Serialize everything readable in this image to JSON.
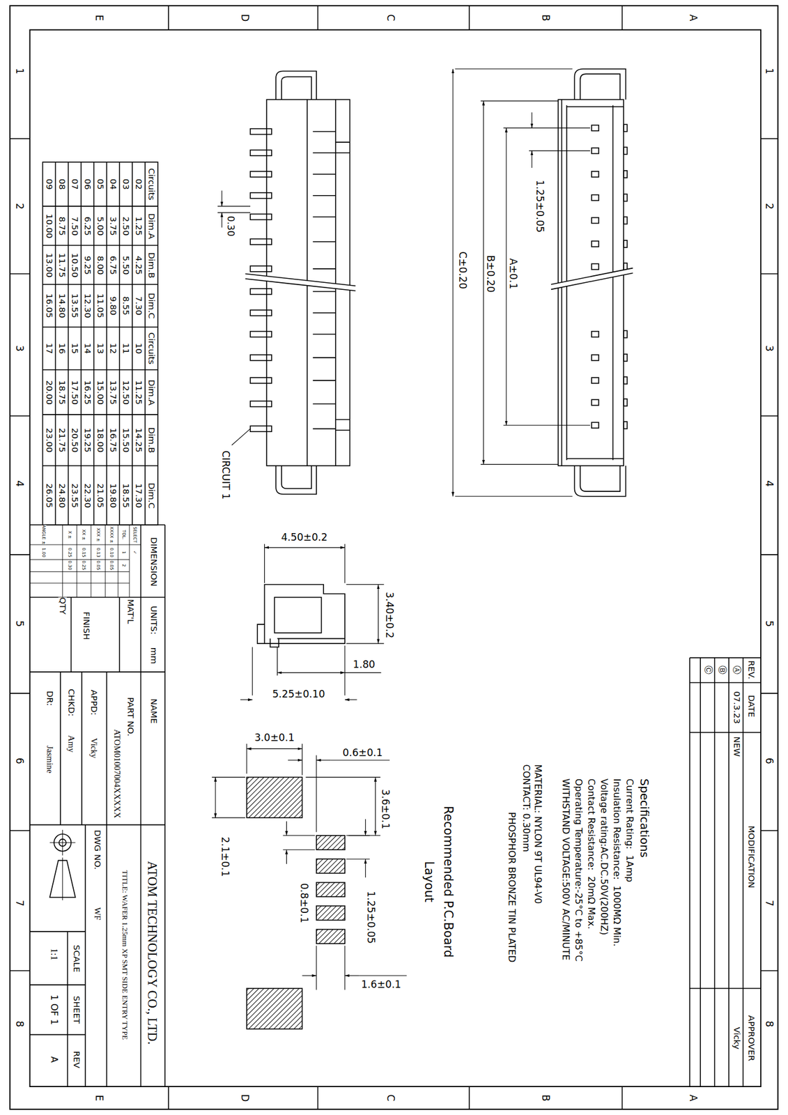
{
  "diagram": {
    "labels": [
      "E",
      "D",
      "C",
      "B",
      "A",
      "E",
      "D",
      "C",
      "B",
      "A",
      "1",
      "2",
      "3",
      "4",
      "5",
      "6",
      "7",
      "8",
      "1",
      "2",
      "3",
      "4",
      "5",
      "6",
      "7",
      "8",
      "Circuits",
      "Dim.A",
      "Dim.B",
      "Dim.C",
      "Circuits",
      "Dim.A",
      "Dim.B",
      "Dim.C",
      "02",
      "1.25",
      "4.25",
      "7.30",
      "10",
      "11.25",
      "14.25",
      "17.30",
      "03",
      "2.50",
      "5.50",
      "8.55",
      "11",
      "12.50",
      "15.50",
      "18.55",
      "04",
      "3.75",
      "6.75",
      "9.80",
      "12",
      "13.75",
      "16.75",
      "19.80",
      "05",
      "5.00",
      "8.00",
      "11.05",
      "13",
      "15.00",
      "18.00",
      "21.05",
      "06",
      "6.25",
      "9.25",
      "12.30",
      "14",
      "16.25",
      "19.25",
      "22.30",
      "07",
      "7.50",
      "10.50",
      "13.55",
      "15",
      "17.50",
      "20.50",
      "23.55",
      "08",
      "8.75",
      "11.75",
      "14.80",
      "16",
      "18.75",
      "21.75",
      "24.80",
      "09",
      "10.00",
      "13.00",
      "16.05",
      "17",
      "20.00",
      "23.00",
      "26.05",
      "1.25±0.05",
      "A±0.1",
      "B±0.20",
      "C±0.20",
      "0.30",
      "CIRCUIT 1",
      "4.50±0.2",
      "3.40±0.2",
      "1.80",
      "5.25±0.10",
      "3.0±0.1",
      "0.6±0.1",
      "3.6±0.1",
      "2.1±0.1",
      "0.8±0.1",
      "1.25±0.05",
      "1.6±0.1",
      "Recommended P.C.Board",
      "Layout",
      "Specifications",
      "Current Rating:  1Amp",
      "Insulation Resistance:  1000MΩ Min.",
      "Voltage rating:AC.DC.50V(200HZ)",
      "Contact Resistance:  20mΩ Max.",
      "Operating Temperature:-25°C to +85°C",
      "WITHSTAND VOLTAGE:500V AC/MINUTE",
      "MATERIAL: NYLON 9T UL94-V0",
      "CONTACT: 0.30mm",
      "PHOSPHOR BRONZE TIN PLATED",
      "REV.",
      "DATE",
      "MODIFICATION",
      "APPROVER",
      "Ⓐ",
      "07.3.23",
      "NEW",
      "Vicky",
      "Ⓑ",
      "Ⓒ",
      "DIMENSION",
      "SELECT",
      "✓",
      "TOL.",
      "1",
      "2",
      "XXXX ±",
      "0.10",
      "0.05",
      "XXX ±",
      "0.13",
      "0.05",
      "XX ±",
      "0.15",
      "0.25",
      "X ±",
      "0.25",
      "0.30",
      "ANGLE ±",
      "1.00",
      "UNITS:",
      "mm",
      "MAT'L",
      "FINISH",
      "QTY",
      "NAME",
      "PART NO.",
      "ATOM01007004XXXXX",
      "APPD:",
      "Vicky",
      "CHKD:",
      "Amy",
      "DR:",
      "Jasmine",
      "ATOM TECHNOLOGY CO., LTD.",
      "TITLE: WAFER 1.25mm XP SMT SIDE ENTRY TYPE",
      "DWG NO.",
      "WF",
      "SCALE",
      "1:1",
      "SHEET",
      "1 OF 1",
      "REV",
      "A"
    ]
  }
}
